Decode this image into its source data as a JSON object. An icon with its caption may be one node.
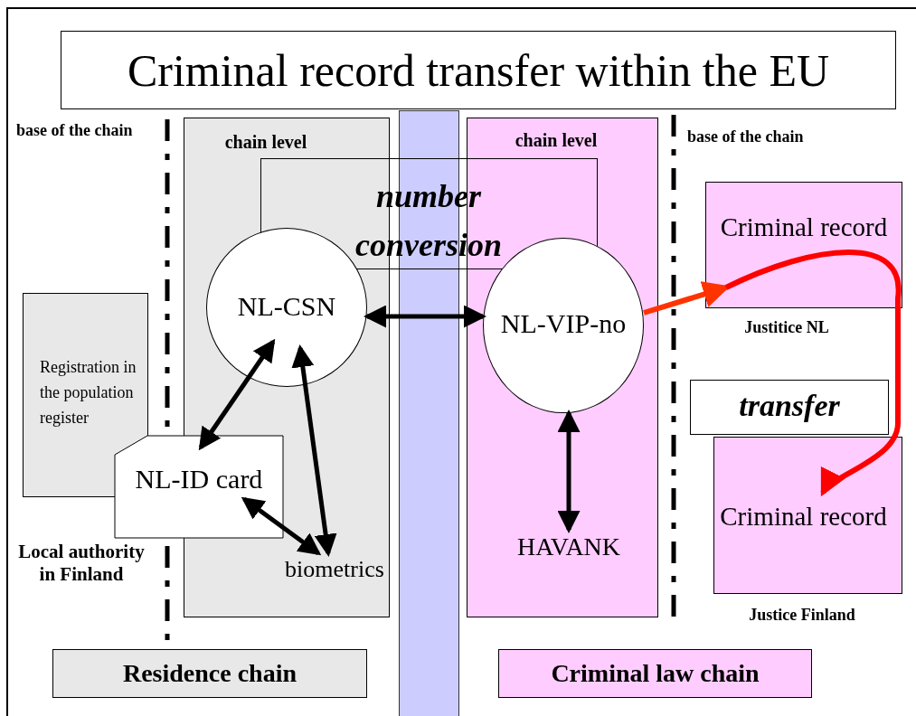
{
  "diagram": {
    "title": "Criminal record transfer within the EU",
    "nodes": [
      {
        "text": [
          "chain level"
        ]
      },
      {
        "text": [
          "chain level"
        ]
      },
      {
        "text": [
          "number conversion"
        ]
      },
      {
        "text": [
          "NL-CSN"
        ],
        "in": 0
      },
      {
        "text": [
          "NL-VIP-no"
        ],
        "in": 1
      },
      {
        "text": [
          "Registration in the population register"
        ]
      },
      {
        "text": [
          "NL-ID card"
        ]
      },
      {
        "text": [
          "biometrics"
        ],
        "in": 0
      },
      {
        "text": [
          "HAVANK"
        ],
        "in": 1
      },
      {
        "text": [
          "Criminal record"
        ],
        "beside": [
          "Justitice NL"
        ]
      },
      {
        "text": [
          "transfer"
        ]
      },
      {
        "text": [
          "Criminal record"
        ],
        "beside": [
          "Justice Finland"
        ]
      },
      {
        "text": [
          "Residence chain"
        ]
      },
      {
        "text": [
          "Criminal law chain"
        ]
      }
    ],
    "edges": [
      {
        "from": 3,
        "to": 4,
        "arrow": "both"
      },
      {
        "from": 3,
        "to": 6,
        "arrow": "both"
      },
      {
        "from": 3,
        "to": 7,
        "arrow": "both"
      },
      {
        "from": 6,
        "to": 7,
        "arrow": "both"
      },
      {
        "from": 4,
        "to": 8,
        "arrow": "both"
      },
      {
        "from": 4,
        "to": 9,
        "arrow": "to",
        "color": "#ff3300"
      },
      {
        "from": 9,
        "to": 11,
        "arrow": "to",
        "color": "#ff0000"
      }
    ],
    "labels": [
      "base of the chain",
      "base of the chain",
      "Local authority in Finland"
    ]
  }
}
